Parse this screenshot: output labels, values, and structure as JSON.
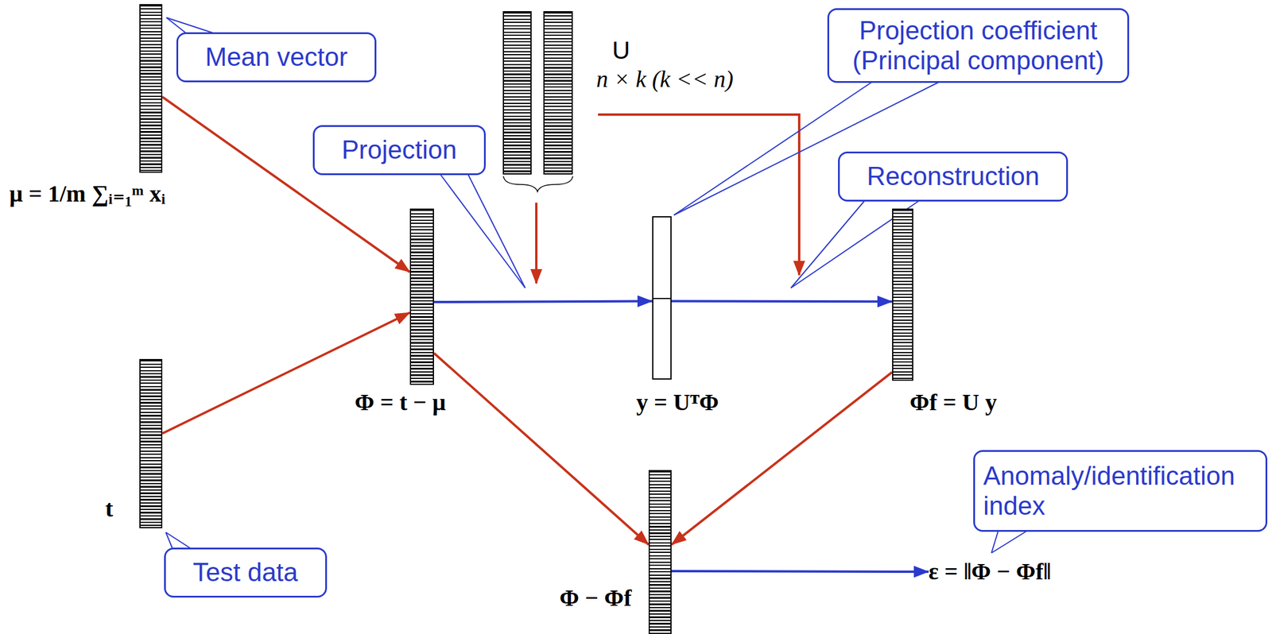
{
  "diagram": {
    "nodes": [
      {
        "text": [
          "Mean vector"
        ]
      },
      {
        "text": [
          "U",
          "n × k (k << n)"
        ]
      },
      {
        "text": [
          "Projection coefficient (Principal component)"
        ]
      },
      {
        "text": [
          "μ = 1/m ∑ᵢ₌₁ᵐ xᵢ"
        ]
      },
      {
        "text": [
          "Projection"
        ]
      },
      {
        "text": [
          "Reconstruction"
        ]
      },
      {
        "text": [
          "Φ = t − μ"
        ]
      },
      {
        "text": [
          "y = UᵀΦ"
        ]
      },
      {
        "text": [
          "Φf = U y"
        ]
      },
      {
        "text": [
          "t"
        ]
      },
      {
        "text": [
          "Anomaly/identification index"
        ]
      },
      {
        "text": [
          "Test data"
        ]
      },
      {
        "text": [
          "Φ − Φf"
        ]
      },
      {
        "text": [
          "ε = ‖Φ − Φf‖"
        ]
      }
    ],
    "edges": [
      {
        "from": 3,
        "to": 6,
        "arrow": "to"
      },
      {
        "from": 9,
        "to": 6,
        "arrow": "to"
      },
      {
        "from": 6,
        "to": 7,
        "arrow": "to"
      },
      {
        "from": 7,
        "to": 8,
        "arrow": "to"
      },
      {
        "from": 6,
        "to": 12,
        "arrow": "to"
      },
      {
        "from": 8,
        "to": 12,
        "arrow": "to"
      },
      {
        "from": 12,
        "to": 13,
        "arrow": "to"
      }
    ]
  }
}
